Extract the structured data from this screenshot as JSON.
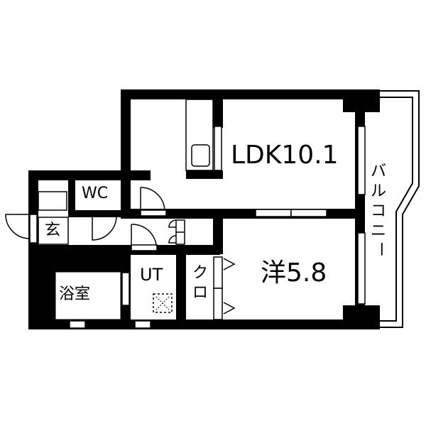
{
  "floorplan": {
    "colors": {
      "wall": "#000000",
      "background": "#ffffff"
    },
    "rooms": {
      "ldk": {
        "label": "LDK10.1",
        "type": "LDK",
        "size_jo": "10.1"
      },
      "western": {
        "label": "洋5.8",
        "type": "洋室",
        "size_jo": "5.8"
      },
      "wc": {
        "label": "WC"
      },
      "entrance": {
        "label": "玄"
      },
      "bath": {
        "label": "浴室"
      },
      "utility": {
        "label": "UT"
      },
      "closet": {
        "label_line1": "ク",
        "label_line2": "ロ"
      },
      "balcony": {
        "label_chars": [
          "バ",
          "ル",
          "コ",
          "ニ",
          "ー"
        ]
      }
    }
  }
}
